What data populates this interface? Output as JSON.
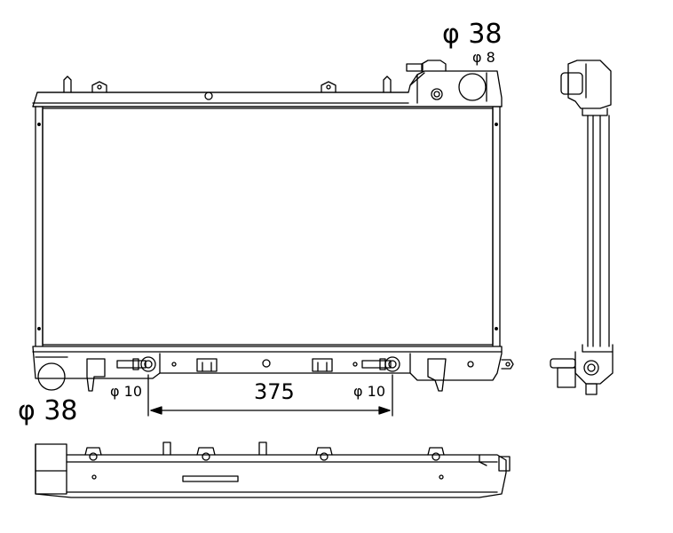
{
  "labels": {
    "upper_hose_diameter": "φ 38",
    "overflow_diameter": "φ 8",
    "lower_hose_diameter": "φ 38",
    "left_pipe_diameter": "φ 10",
    "right_pipe_diameter": "φ 10",
    "pipe_spacing": "375"
  },
  "colors": {
    "line": "#000000",
    "background": "#ffffff"
  }
}
